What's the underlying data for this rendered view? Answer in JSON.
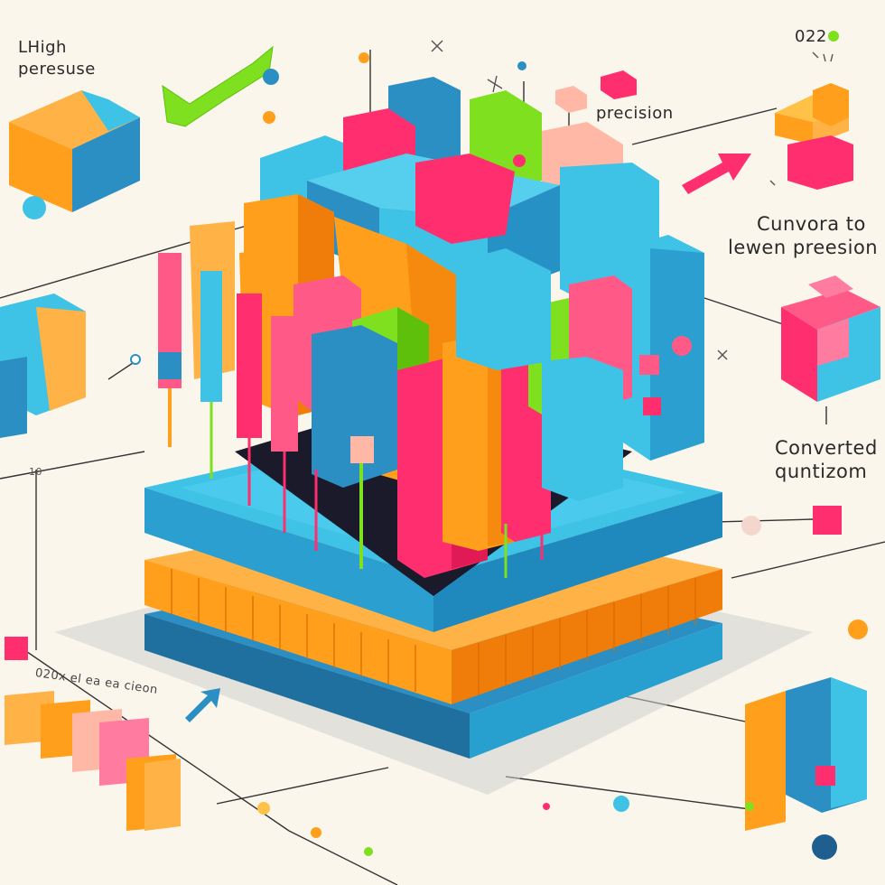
{
  "labels": {
    "high_precision_line1": "LHigh",
    "high_precision_line2": "peresuse",
    "precision": "precision",
    "convert_line1": "Cunvora to",
    "convert_line2": "lewen preesion",
    "converted_line1": "Converted",
    "converted_line2": "quntizom",
    "top_code": "022",
    "side_num": "10",
    "bottom_caption": "020x  el ea ea cieon"
  },
  "colors": {
    "background": "#fbf6ec",
    "cyan": "#3ec3e6",
    "blue": "#2b8fc4",
    "orange": "#ff9f1c",
    "pink": "#ff2e6e",
    "lime": "#7ee01f",
    "peach": "#ffb7a6"
  }
}
